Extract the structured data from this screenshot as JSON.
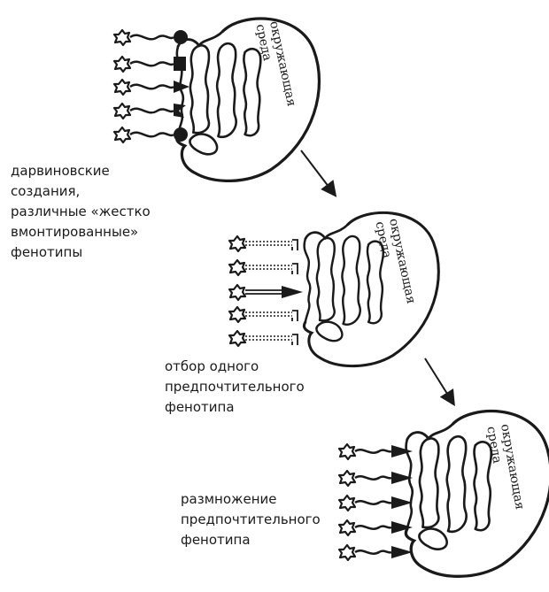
{
  "environment_label": [
    "окружающая",
    "среда"
  ],
  "captions": {
    "stage1": [
      "дарвиновские",
      "создания,",
      "различные «жестко",
      "вмонтированные»",
      "фенотипы"
    ],
    "stage2": [
      "отбор одного",
      "предпочтительного",
      "фенотипа"
    ],
    "stage3": [
      "размножение",
      "предпочтительного",
      "фенотипа"
    ]
  },
  "colors": {
    "ink": "#1a1a1a",
    "background": "#ffffff"
  }
}
